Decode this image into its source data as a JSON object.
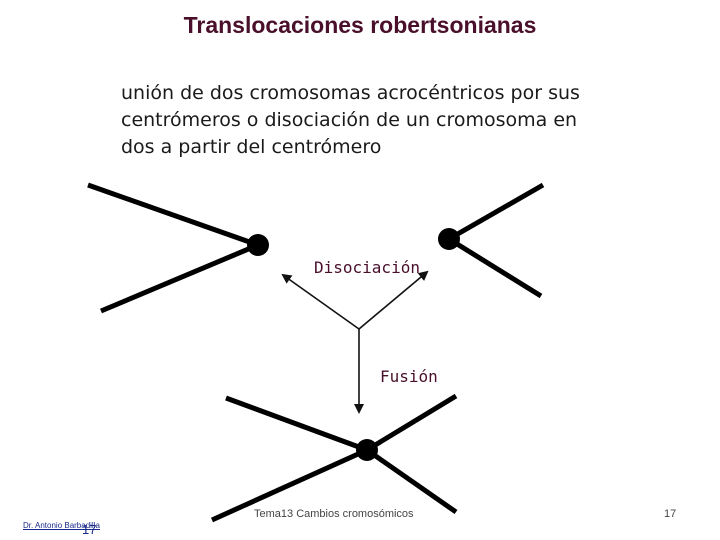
{
  "title": "Translocaciones robertsonianas",
  "description": {
    "lines": [
      "unión de dos cromosomas acrocéntricos por sus",
      "centrómeros o disociación de un cromosoma en",
      "dos a partir del centrómero"
    ]
  },
  "diagram": {
    "label_disociacion": "Disociación",
    "label_fusion": "Fusión"
  },
  "footer": {
    "center": "Tema13 Cambios cromosómicos",
    "page_number": "17",
    "author": "Dr. Antonio Barbadilla",
    "slide_number_small": "17"
  }
}
